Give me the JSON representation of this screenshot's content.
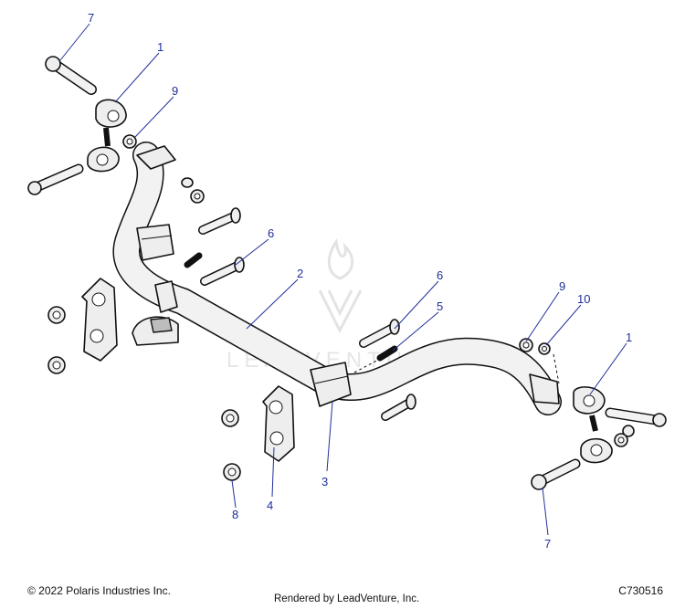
{
  "callouts": [
    {
      "id": "c7a",
      "label": "7"
    },
    {
      "id": "c1a",
      "label": "1"
    },
    {
      "id": "c9a",
      "label": "9"
    },
    {
      "id": "c6a",
      "label": "6"
    },
    {
      "id": "c2",
      "label": "2"
    },
    {
      "id": "c6b",
      "label": "6"
    },
    {
      "id": "c5",
      "label": "5"
    },
    {
      "id": "c9b",
      "label": "9"
    },
    {
      "id": "c10",
      "label": "10"
    },
    {
      "id": "c1b",
      "label": "1"
    },
    {
      "id": "c3",
      "label": "3"
    },
    {
      "id": "c4",
      "label": "4"
    },
    {
      "id": "c8",
      "label": "8"
    },
    {
      "id": "c7b",
      "label": "7"
    }
  ],
  "footer": {
    "copyright": "© 2022 Polaris Industries Inc.",
    "rendered_by": "Rendered by LeadVenture, Inc.",
    "diagram_code": "C730516"
  },
  "watermark": {
    "text": "LEADVENTURE"
  },
  "colors": {
    "callout": "#1f2f9a",
    "line": "#111111",
    "part_fill": "#eeeeee"
  }
}
